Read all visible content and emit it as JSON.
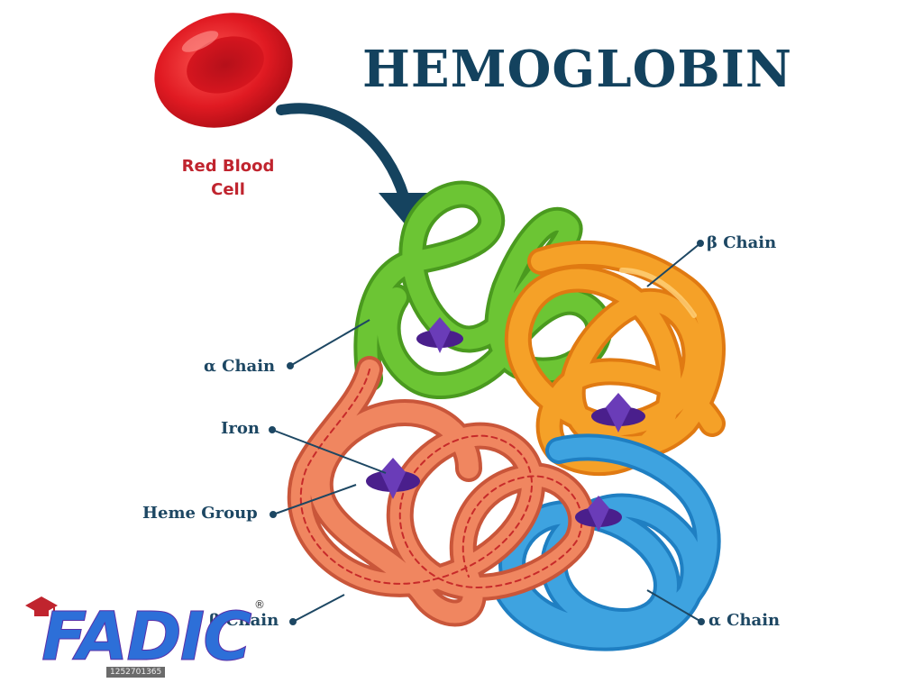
{
  "title": "HEMOGLOBIN",
  "red_blood_cell": {
    "line1": "Red Blood",
    "line2": "Cell"
  },
  "labels": {
    "alpha_chain_left": "α Chain",
    "beta_chain_top": "β Chain",
    "iron": "Iron",
    "heme_group": "Heme Group",
    "beta_chain_bottom": "β Chain",
    "alpha_chain_bottom": "α Chain"
  },
  "logo": {
    "text": "FADIC",
    "registered": "®"
  },
  "stock_id": "1252701365",
  "colors": {
    "title": "#13425e",
    "label": "#1d4763",
    "rbc": "#e01a22",
    "alpha_top": "#6cc534",
    "beta_top": "#f5a128",
    "beta_bottom": "#f08660",
    "alpha_bottom": "#3ea3e0",
    "heme": "#4a1f8c",
    "arrow": "#15435f"
  }
}
